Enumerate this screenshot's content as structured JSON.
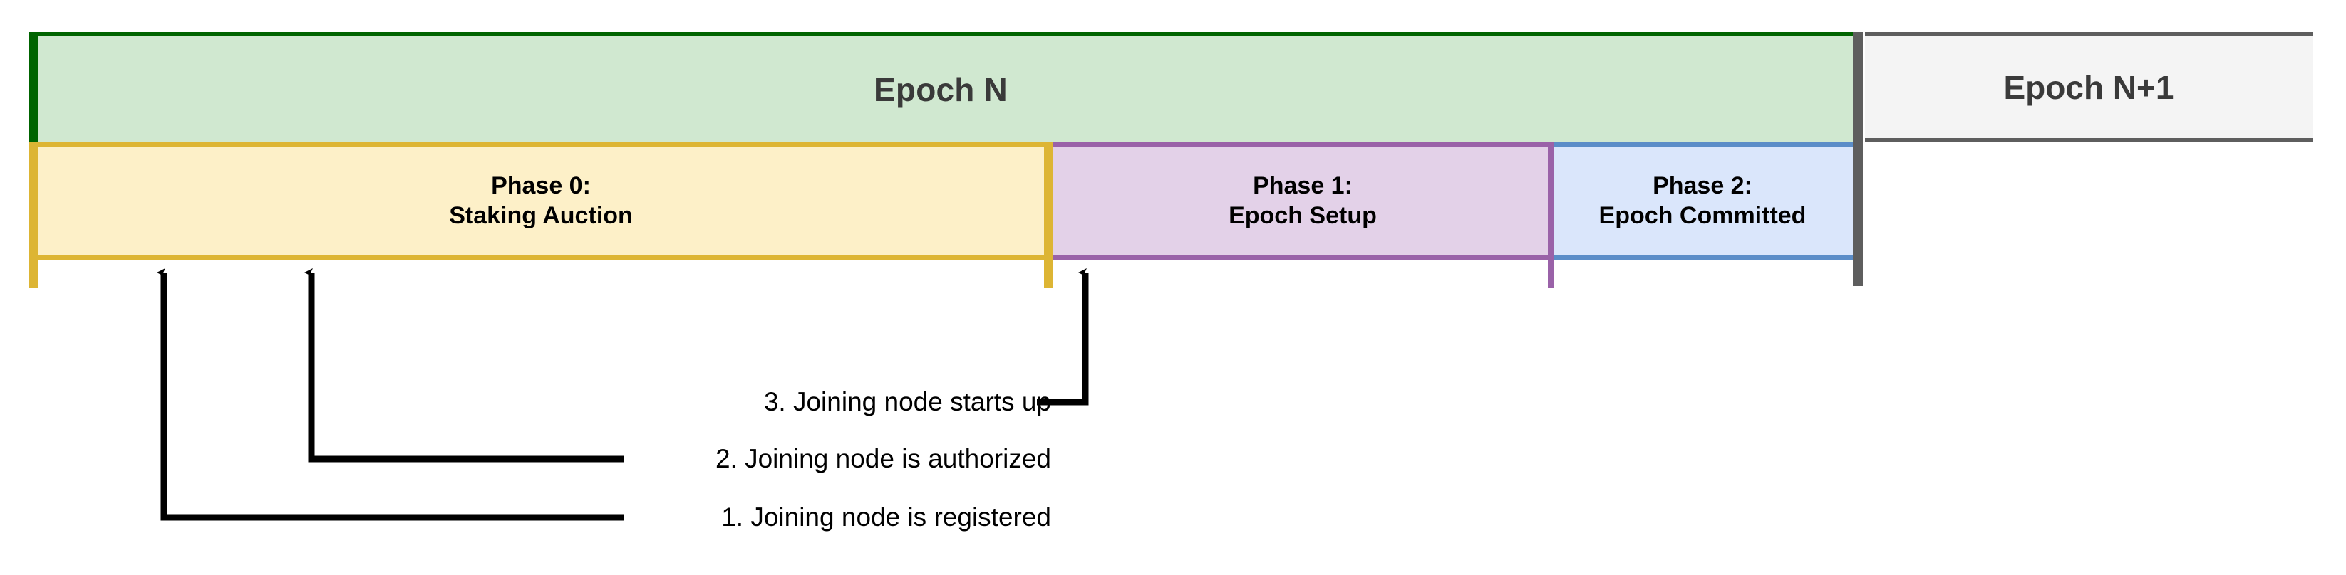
{
  "diagram": {
    "title": "Epoch lifecycle and joining node timeline",
    "epochs": [
      {
        "label": "Epoch N",
        "fill": "#d0e8d0",
        "stroke": "#006400"
      },
      {
        "label": "Epoch N+1",
        "fill": "#f4f4f4",
        "stroke": "#5e5e5e"
      }
    ],
    "phases": [
      {
        "line1": "Phase 0:",
        "line2": "Staking Auction",
        "fill": "#fdf0c8",
        "stroke": "#ddb534"
      },
      {
        "line1": "Phase 1:",
        "line2": "Epoch Setup",
        "fill": "#e3d1e8",
        "stroke": "#9a62a8"
      },
      {
        "line1": "Phase 2:",
        "line2": "Epoch Committed",
        "fill": "#dae6fb",
        "stroke": "#5b8dc8"
      }
    ],
    "annotations": [
      {
        "label": "3. Joining node starts up"
      },
      {
        "label": "2. Joining node is authorized"
      },
      {
        "label": "1. Joining node is registered"
      }
    ],
    "colors": {
      "leader_line": "#000000",
      "epoch_text": "#3a3a3a",
      "phase_text": "#000000",
      "annotation_text": "#000000",
      "divider": "#5e5e5e"
    }
  }
}
